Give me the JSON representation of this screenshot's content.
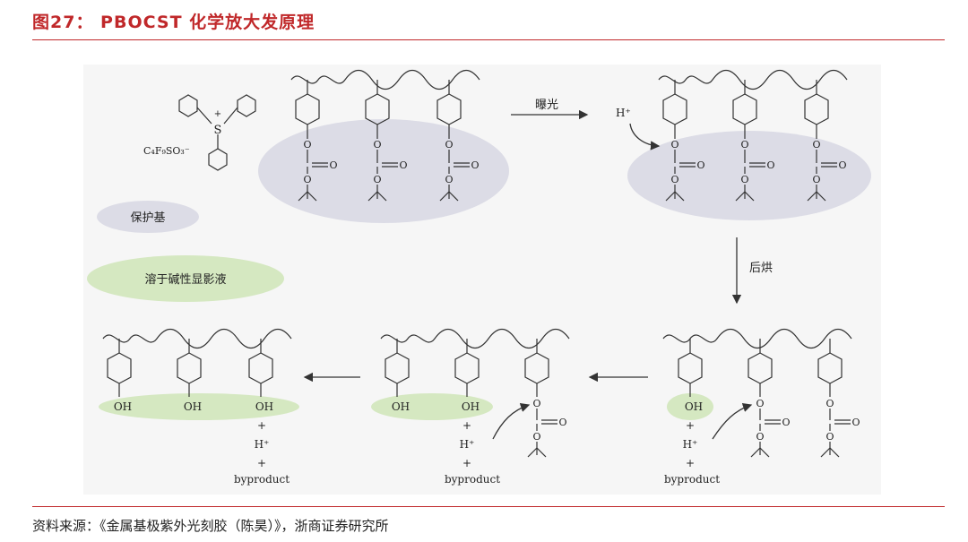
{
  "header": {
    "title": "图27： PBOCST 化学放大发原理"
  },
  "footer": {
    "source": "资料来源：《金属基极紫外光刻胶（陈昊）》，浙商证券研究所"
  },
  "figure": {
    "plus_sign": "+",
    "sulfur": "S",
    "counter_ion": "C₄F₉SO₃⁻",
    "hydrogen_ion": "H⁺",
    "oxygen": "O",
    "hydroxyl": "OH",
    "byproduct": "byproduct",
    "step_exposure": "曝光",
    "step_bake": "后烘",
    "legend_protect": "保护基",
    "legend_soluble": "溶于碱性显影液"
  },
  "colors": {
    "accent": "#c0282a",
    "protect_fill": "#dcdce6",
    "soluble_fill": "#d5e8c1"
  }
}
